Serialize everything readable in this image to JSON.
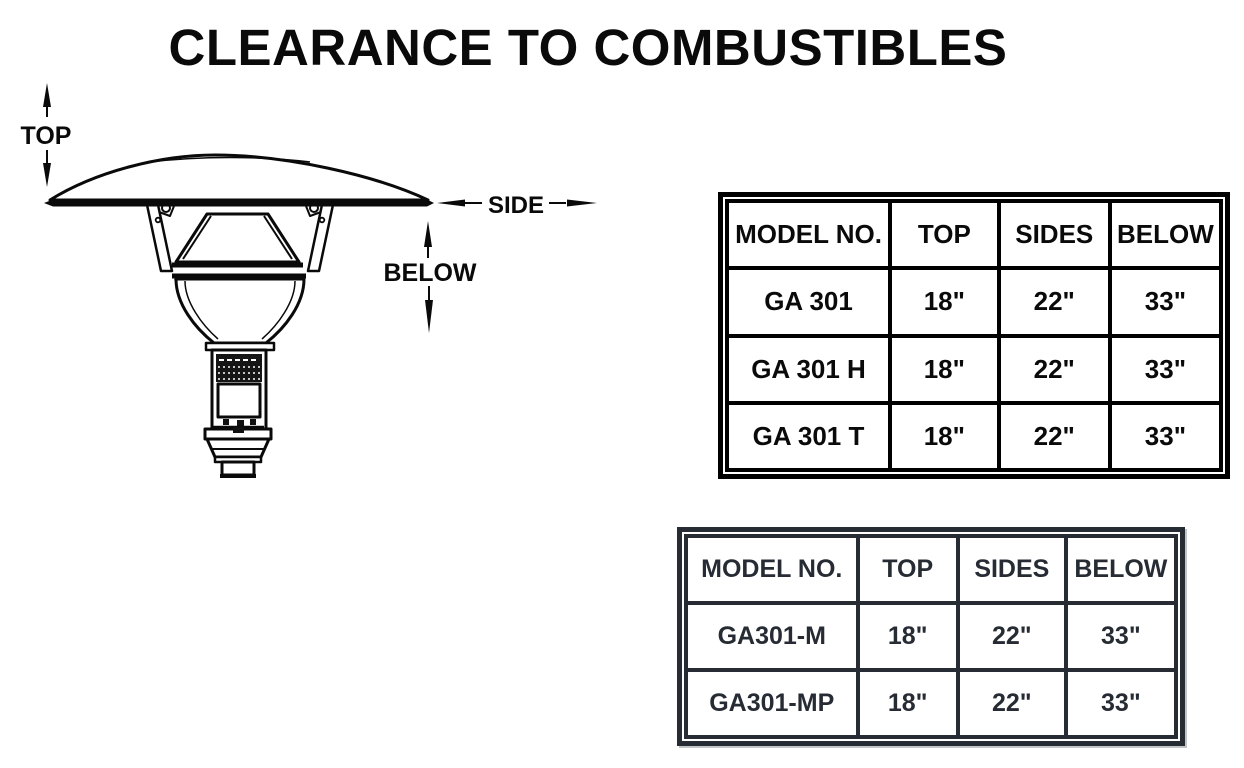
{
  "title": "CLEARANCE TO COMBUSTIBLES",
  "colors": {
    "background": "#ffffff",
    "ink": "#0a0a0a",
    "table_primary_border": "#000000",
    "table_secondary_border": "#272c34"
  },
  "diagram": {
    "top_label": "TOP",
    "side_label": "SIDE",
    "below_label": "BELOW"
  },
  "tables": [
    {
      "headers": [
        "MODEL NO.",
        "TOP",
        "SIDES",
        "BELOW"
      ],
      "rows": [
        [
          "GA 301",
          "18\"",
          "22\"",
          "33\""
        ],
        [
          "GA 301 H",
          "18\"",
          "22\"",
          "33\""
        ],
        [
          "GA 301 T",
          "18\"",
          "22\"",
          "33\""
        ]
      ]
    },
    {
      "headers": [
        "MODEL NO.",
        "TOP",
        "SIDES",
        "BELOW"
      ],
      "rows": [
        [
          "GA301-M",
          "18\"",
          "22\"",
          "33\""
        ],
        [
          "GA301-MP",
          "18\"",
          "22\"",
          "33\""
        ]
      ]
    }
  ]
}
